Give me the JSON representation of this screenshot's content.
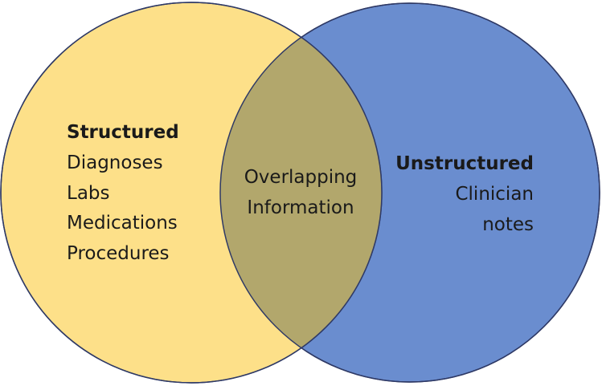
{
  "diagram": {
    "left_set": {
      "title": "Structured",
      "items": [
        "Diagnoses",
        "Labs",
        "Medications",
        "Procedures"
      ],
      "fill_color": "#fde089"
    },
    "right_set": {
      "title": "Unstructured",
      "items": [
        "Clinician",
        "notes"
      ],
      "fill_color": "#6a8dcf"
    },
    "intersection": {
      "lines": [
        "Overlapping",
        "Information"
      ],
      "fill_color": "#b2a76c"
    },
    "outline_color": "#2f3a66"
  }
}
